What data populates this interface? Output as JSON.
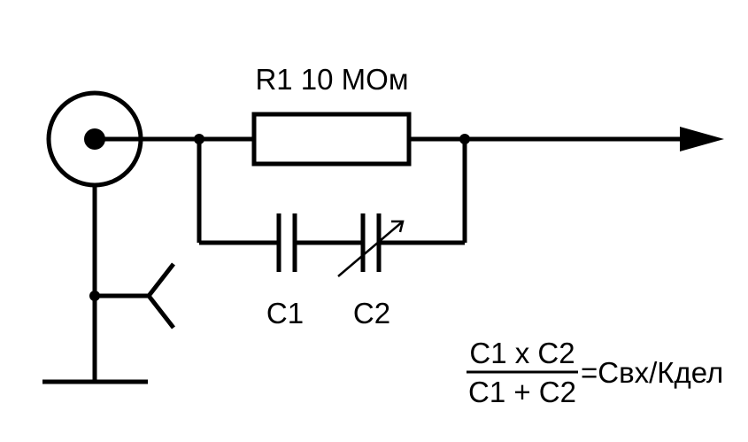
{
  "diagram": {
    "resistor_label": "R1 10 MOм",
    "capacitor1_label": "C1",
    "capacitor2_label": "C2",
    "formula": {
      "numerator": "C1 x C2",
      "denominator": "C1 + C2",
      "result": "=Свх/Кдел"
    }
  }
}
